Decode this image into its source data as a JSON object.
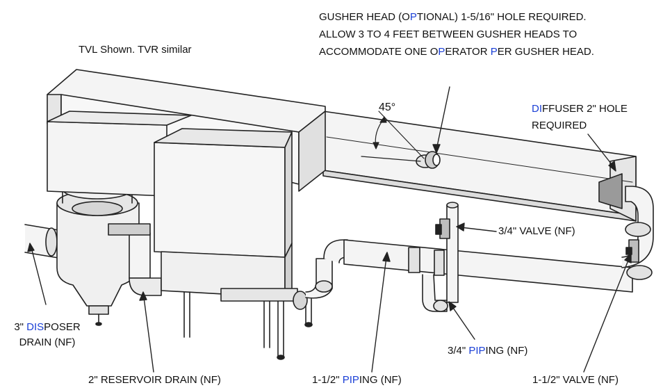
{
  "caption": "TVL Shown. TVR similar",
  "angle_label": "45°",
  "colors": {
    "line": "#222222",
    "highlight": "#1a3fd6",
    "fill_light": "#f4f4f4",
    "fill_mid": "#e2e2e2",
    "fill_dark": "#bdbdbd"
  },
  "labels": {
    "gusher": [
      [
        {
          "t": "GUSHER HEAD (O"
        },
        {
          "t": "P",
          "hl": true
        },
        {
          "t": "TIONAL) 1-5/16\" HOLE REQUIRED."
        }
      ],
      [
        {
          "t": "ALLOW 3 TO 4 FEET BETWEEN GUSHER HEADS TO"
        }
      ],
      [
        {
          "t": "ACCOMMODATE ONE O"
        },
        {
          "t": "P",
          "hl": true
        },
        {
          "t": "ERATOR "
        },
        {
          "t": "P",
          "hl": true
        },
        {
          "t": "ER GUSHER HEAD."
        }
      ]
    ],
    "diffuser": [
      [
        {
          "t": "DI",
          "hl": true
        },
        {
          "t": "FFUSER 2\" HOLE"
        }
      ],
      [
        {
          "t": "REQUIRED"
        }
      ]
    ],
    "valve_34": [
      [
        {
          "t": "3/4\" VALVE (NF)"
        }
      ]
    ],
    "disposer": [
      [
        {
          "t": "3\" "
        },
        {
          "t": "DIS",
          "hl": true
        },
        {
          "t": "POSER"
        }
      ],
      [
        {
          "t": "DRAIN (NF)"
        }
      ]
    ],
    "piping_34": [
      [
        {
          "t": "3/4\" "
        },
        {
          "t": "PIP",
          "hl": true
        },
        {
          "t": "ING (NF)"
        }
      ]
    ],
    "reservoir": [
      [
        {
          "t": "2\" RESERVOIR DRAIN (NF)"
        }
      ]
    ],
    "piping_112": [
      [
        {
          "t": "1-1/2\" "
        },
        {
          "t": "PIP",
          "hl": true
        },
        {
          "t": "ING (NF)"
        }
      ]
    ],
    "valve_112": [
      [
        {
          "t": "1-1/2\" VALVE (NF)"
        }
      ]
    ]
  }
}
